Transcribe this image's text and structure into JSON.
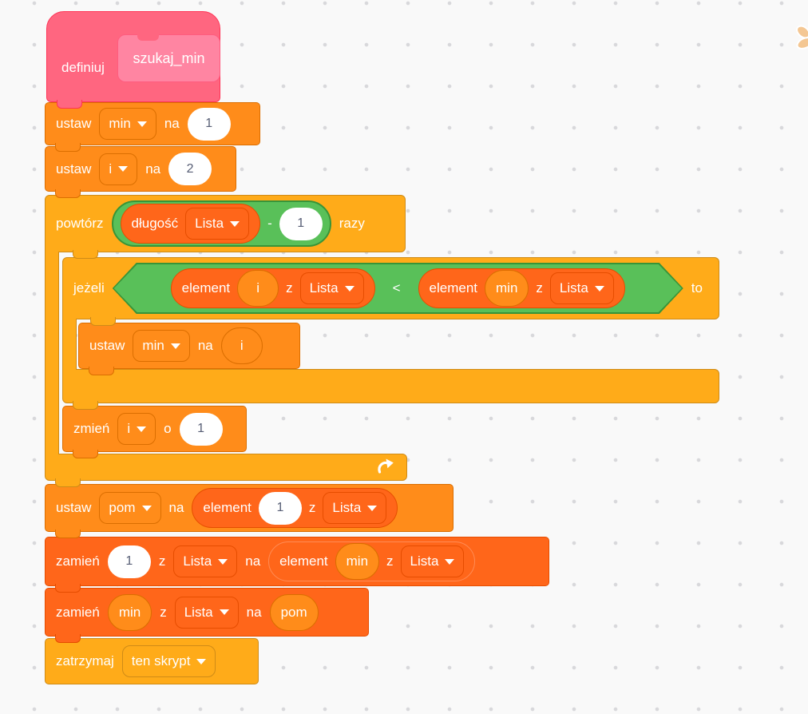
{
  "palette": {
    "workspace_bg": "#F9F9F9",
    "dot_grid": "#D8D8DB",
    "my_blocks": "#FF6680",
    "my_blocks_border": "#FF3355",
    "variables": "#FF8C1A",
    "variables_border": "#DB6E00",
    "lists": "#FF661A",
    "lists_border": "#E64D00",
    "control": "#FFAB19",
    "control_border": "#CF8B17",
    "operators": "#59C059",
    "operators_border": "#389438",
    "input_text": "#575E75"
  },
  "script": {
    "define": {
      "label": "definiuj",
      "name": "szukaj_min"
    },
    "set_min": {
      "label": "ustaw",
      "variable": "min",
      "prep": "na",
      "value": "1"
    },
    "set_i": {
      "label": "ustaw",
      "variable": "i",
      "prep": "na",
      "value": "2"
    },
    "repeat": {
      "label": "powtórz",
      "suffix": "razy",
      "minus": "-",
      "value": "1",
      "length": {
        "label": "długość",
        "list": "Lista"
      }
    },
    "if": {
      "label": "jeżeli",
      "op": "<",
      "suffix": "to",
      "left": {
        "label": "element",
        "index": "i",
        "prep": "z",
        "list": "Lista"
      },
      "right": {
        "label": "element",
        "index": "min",
        "prep": "z",
        "list": "Lista"
      }
    },
    "set_min_i": {
      "label": "ustaw",
      "variable": "min",
      "prep": "na",
      "value": "i"
    },
    "change_i": {
      "label": "zmień",
      "variable": "i",
      "prep": "o",
      "value": "1"
    },
    "set_pom": {
      "label": "ustaw",
      "variable": "pom",
      "prep": "na",
      "element": {
        "label": "element",
        "index": "1",
        "prep": "z",
        "list": "Lista"
      }
    },
    "replace_first": {
      "label": "zamień",
      "index": "1",
      "prep_z": "z",
      "list": "Lista",
      "prep_na": "na",
      "element": {
        "label": "element",
        "index": "min",
        "prep": "z",
        "list": "Lista"
      }
    },
    "replace_min": {
      "label": "zamień",
      "index": "min",
      "prep_z": "z",
      "list": "Lista",
      "prep_na": "na",
      "value": "pom"
    },
    "stop": {
      "label": "zatrzymaj",
      "option": "ten skrypt"
    }
  }
}
